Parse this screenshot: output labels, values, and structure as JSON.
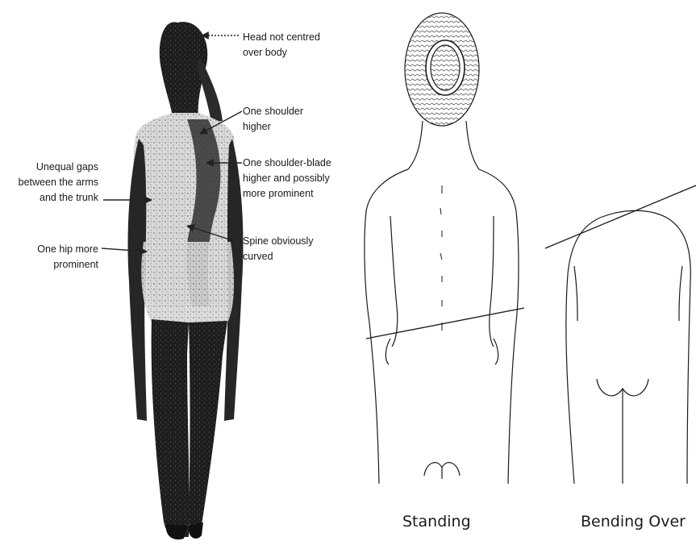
{
  "figure": {
    "left_panel": {
      "labels": {
        "head": [
          "Head not centred",
          "over body"
        ],
        "shoulder": [
          "One shoulder",
          "higher"
        ],
        "blade": [
          "One shoulder-blade",
          "higher and possibly",
          "more prominent"
        ],
        "spine": [
          "Spine obviously",
          "curved"
        ],
        "gaps": [
          "Unequal gaps",
          "between the arms",
          "and the trunk"
        ],
        "hip": [
          "One hip more",
          "prominent"
        ]
      }
    },
    "right_panel": {
      "captions": {
        "standing": "Standing",
        "bending": "Bending Over"
      }
    }
  }
}
